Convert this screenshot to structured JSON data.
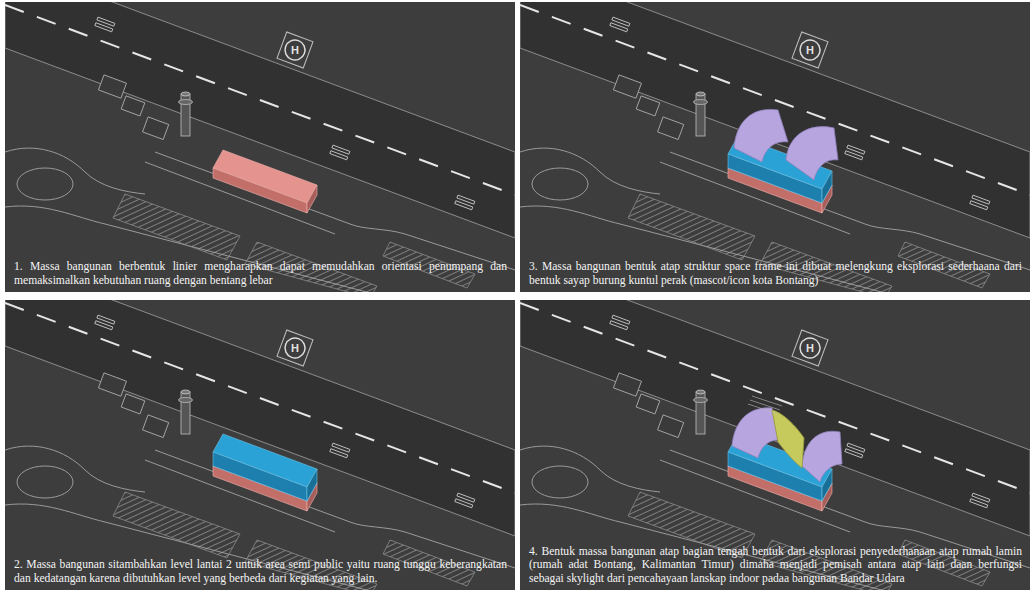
{
  "diagram": {
    "nodes": [
      {
        "text": [
          "1. Massa bangunan berbentuk linier mengharapkan dapat memudahkan orientasi penumpang dan memaksimalkan kebutuhan ruang dengan bentang lebar"
        ]
      },
      {
        "text": [
          "3. Massa bangunan bentuk atap struktur space frame ini dibuat melengkung eksplorasi sederhaana dari bentuk sayap burung kuntul perak (mascot/icon kota Bontang)"
        ]
      },
      {
        "text": [
          "2. Massa bangunan sitambahkan level lantai 2 untuk area semi public yaitu ruang tunggu keberangkatan dan kedatangan karena dibutuhkan level yang berbeda dari kegiatan yang lain."
        ]
      },
      {
        "text": [
          "4. Bentuk massa bangunan atap bagian tengah bentuk dari eksplorasi penyederhanaan atap rumah lamin (rumah adat Bontang, Kalimantan Timur) dimaha menjadi pemisah antara atap lain daan berfungsi sebagai skylight dari pencahayaan lanskap indoor padaa bangunan Bandar Udara"
        ]
      }
    ],
    "labels": [
      "H",
      "H",
      "H",
      "H"
    ]
  }
}
